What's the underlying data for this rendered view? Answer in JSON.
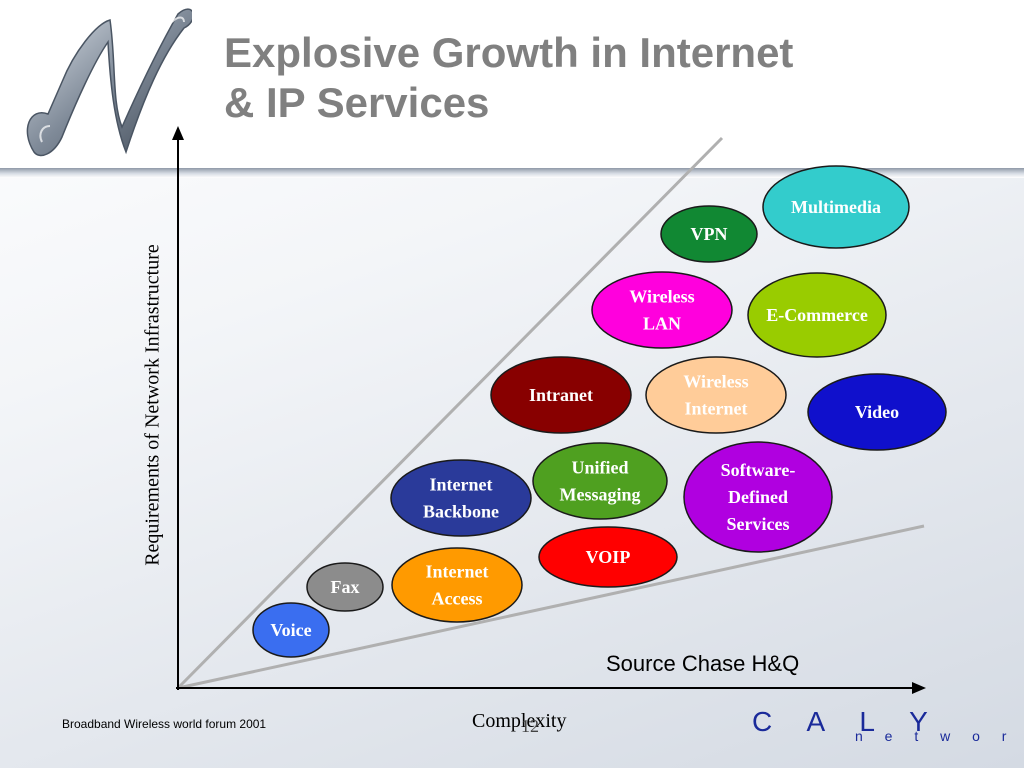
{
  "slide": {
    "title_line1": "Explosive Growth in Internet",
    "title_line2": "& IP Services"
  },
  "axes": {
    "y_label": "Requirements of Network Infrastructure",
    "x_label": "Complexity"
  },
  "source_note": "Source Chase H&Q",
  "page_number": "12",
  "footer_text": "Broadband Wireless world forum 2001",
  "brand": {
    "name": "C A L Y",
    "tagline": "n e t w o r k s"
  },
  "bubbles": [
    {
      "id": "voice",
      "lines": [
        "Voice"
      ],
      "fill": "#3a6ef0",
      "text_color": "#ffffff"
    },
    {
      "id": "fax",
      "lines": [
        "Fax"
      ],
      "fill": "#8c8c8c",
      "text_color": "#ffffff"
    },
    {
      "id": "internet-access",
      "lines": [
        "Internet",
        "Access"
      ],
      "fill": "#ff9a00",
      "text_color": "#ffffff"
    },
    {
      "id": "internet-backbone",
      "lines": [
        "Internet",
        "Backbone"
      ],
      "fill": "#2a3a9a",
      "text_color": "#ffffff"
    },
    {
      "id": "voip",
      "lines": [
        "VOIP"
      ],
      "fill": "#ff0000",
      "text_color": "#ffffff"
    },
    {
      "id": "unified-messaging",
      "lines": [
        "Unified",
        "Messaging"
      ],
      "fill": "#4fa020",
      "text_color": "#ffffff"
    },
    {
      "id": "software-defined-services",
      "lines": [
        "Software-",
        "Defined",
        "Services"
      ],
      "fill": "#b000e0",
      "text_color": "#ffffff"
    },
    {
      "id": "intranet",
      "lines": [
        "Intranet"
      ],
      "fill": "#880000",
      "text_color": "#ffffff"
    },
    {
      "id": "wireless-internet",
      "lines": [
        "Wireless",
        "Internet"
      ],
      "fill": "#ffcc99",
      "text_color": "#ffffff"
    },
    {
      "id": "video",
      "lines": [
        "Video"
      ],
      "fill": "#1010cc",
      "text_color": "#ffffff"
    },
    {
      "id": "wireless-lan",
      "lines": [
        "Wireless",
        "LAN"
      ],
      "fill": "#ff00dd",
      "text_color": "#ffffff"
    },
    {
      "id": "e-commerce",
      "lines": [
        "E-Commerce"
      ],
      "fill": "#99cc00",
      "text_color": "#ffffff"
    },
    {
      "id": "vpn",
      "lines": [
        "VPN"
      ],
      "fill": "#118833",
      "text_color": "#ffffff"
    },
    {
      "id": "multimedia",
      "lines": [
        "Multimedia"
      ],
      "fill": "#33cccc",
      "text_color": "#ffffff"
    }
  ],
  "colors": {
    "title": "#808080",
    "brand": "#1a2a9a",
    "guide_lines": "#b0b0b0",
    "axes": "#000000"
  }
}
